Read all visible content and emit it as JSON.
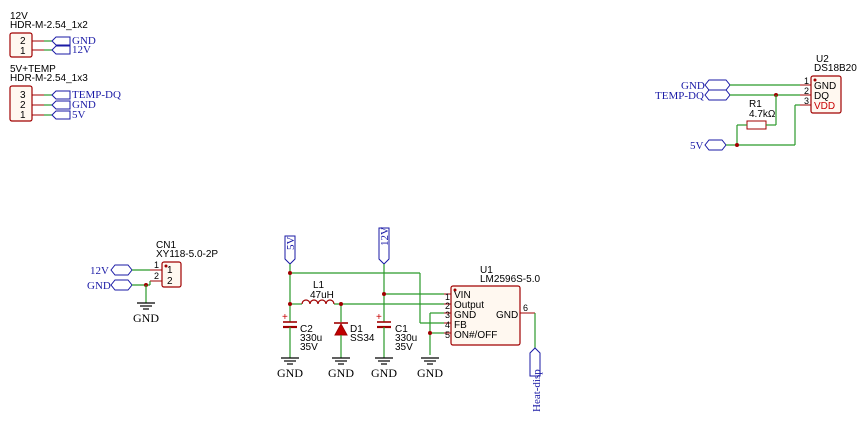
{
  "connectors": {
    "j12v": {
      "ref": "12V",
      "footprint": "HDR-M-2.54_1x2",
      "pins": [
        "2",
        "1"
      ],
      "nets": [
        "GND",
        "12V"
      ]
    },
    "jtemp": {
      "ref": "5V+TEMP",
      "footprint": "HDR-M-2.54_1x3",
      "pins": [
        "3",
        "2",
        "1"
      ],
      "nets": [
        "TEMP-DQ",
        "GND",
        "5V"
      ]
    },
    "cn1": {
      "ref": "CN1",
      "footprint": "XY118-5.0-2P",
      "pins": [
        "1",
        "2"
      ],
      "nets": [
        "12V",
        "GND"
      ],
      "gnd": "GND"
    }
  },
  "u2": {
    "ref": "U2",
    "part": "DS18B20",
    "pins": [
      {
        "num": "1",
        "name": "GND"
      },
      {
        "num": "2",
        "name": "DQ"
      },
      {
        "num": "3",
        "name": "VDD"
      }
    ],
    "nets": [
      "GND",
      "TEMP-DQ",
      "5V"
    ],
    "r1": {
      "ref": "R1",
      "value": "4.7kΩ"
    }
  },
  "regulator": {
    "ref": "U1",
    "part": "LM2596S-5.0",
    "pins": [
      {
        "num": "1",
        "name": "VIN"
      },
      {
        "num": "2",
        "name": "Output"
      },
      {
        "num": "3",
        "name": "GND"
      },
      {
        "num": "4",
        "name": "FB"
      },
      {
        "num": "5",
        "name": "ON#/OFF"
      }
    ],
    "pin6": {
      "num": "6",
      "name": "GND"
    },
    "net5v": "5V",
    "net12v": "12V",
    "heat": "Heat-disp",
    "l1": {
      "ref": "L1",
      "value": "47uH"
    },
    "c2": {
      "ref": "C2",
      "value": "330u",
      "voltage": "35V"
    },
    "d1": {
      "ref": "D1",
      "value": "SS34"
    },
    "c1": {
      "ref": "C1",
      "value": "330u",
      "voltage": "35V"
    },
    "gnd": "GND"
  }
}
